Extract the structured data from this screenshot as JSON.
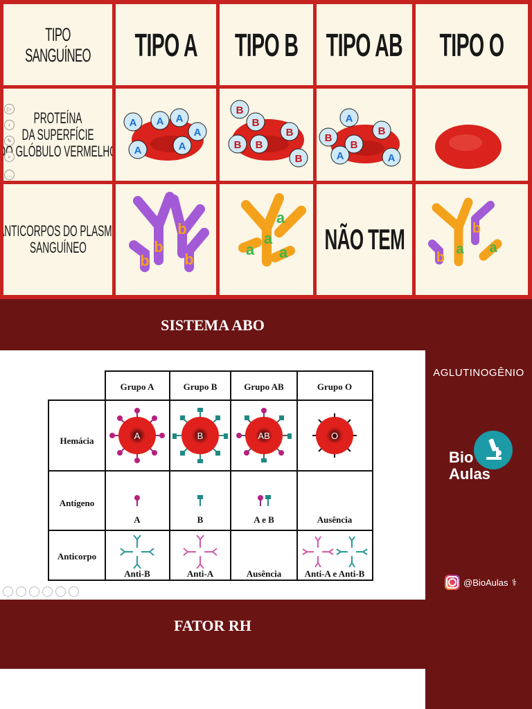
{
  "top_table": {
    "header_label": "TIPO SANGUÍNEO",
    "types": [
      "TIPO A",
      "TIPO B",
      "TIPO AB",
      "TIPO O"
    ],
    "rows": [
      "PROTEÍNA DA SUPERFÍCIE DO GLÓBULO VERMELHO",
      "ANTICORPOS DO PLASMA SANGUÍNEO"
    ],
    "header_label_lines": [
      "TIPO",
      "SANGUÍNEO"
    ],
    "row1_lines": [
      "PROTEÍNA",
      "DA SUPERFÍCIE",
      "DO GLÓBULO VERMELHO"
    ],
    "row2_lines": [
      "ANTICORPOS DO PLASMA",
      "SANGUÍNEO"
    ],
    "none_text": "NÃO TEM",
    "antigen_letters": {
      "a": "A",
      "b": "B"
    },
    "antibody_letters": {
      "a": "a",
      "b": "b"
    }
  },
  "sections": {
    "abo_title": "SISTEMA ABO",
    "rh_title": "FATOR RH"
  },
  "abo_table": {
    "groups": [
      "Grupo A",
      "Grupo B",
      "Grupo AB",
      "Grupo O"
    ],
    "row_labels": [
      "Hemácia",
      "Antígeno",
      "Anticorpo"
    ],
    "cell_letters": [
      "A",
      "B",
      "AB",
      "O"
    ],
    "antigens": [
      "A",
      "B",
      "A e B",
      "Ausência"
    ],
    "antibodies": [
      "Anti-B",
      "Anti-A",
      "Ausência",
      "Anti-A e Anti-B"
    ]
  },
  "sidebar": {
    "label": "AGLUTINOGÊNIO",
    "logo_line1": "Bio",
    "logo_line2": "Aulas",
    "instagram_handle": "@BioAulas"
  },
  "colors": {
    "frame_red": "#c72320",
    "band_dark": "#6b1414",
    "antibody_a": "#f4a21c",
    "antibody_b": "#a35ad6",
    "antigen_blue": "#1e6fd0",
    "cell_red": "#d9231c",
    "logo_teal": "#1c9aa6"
  }
}
